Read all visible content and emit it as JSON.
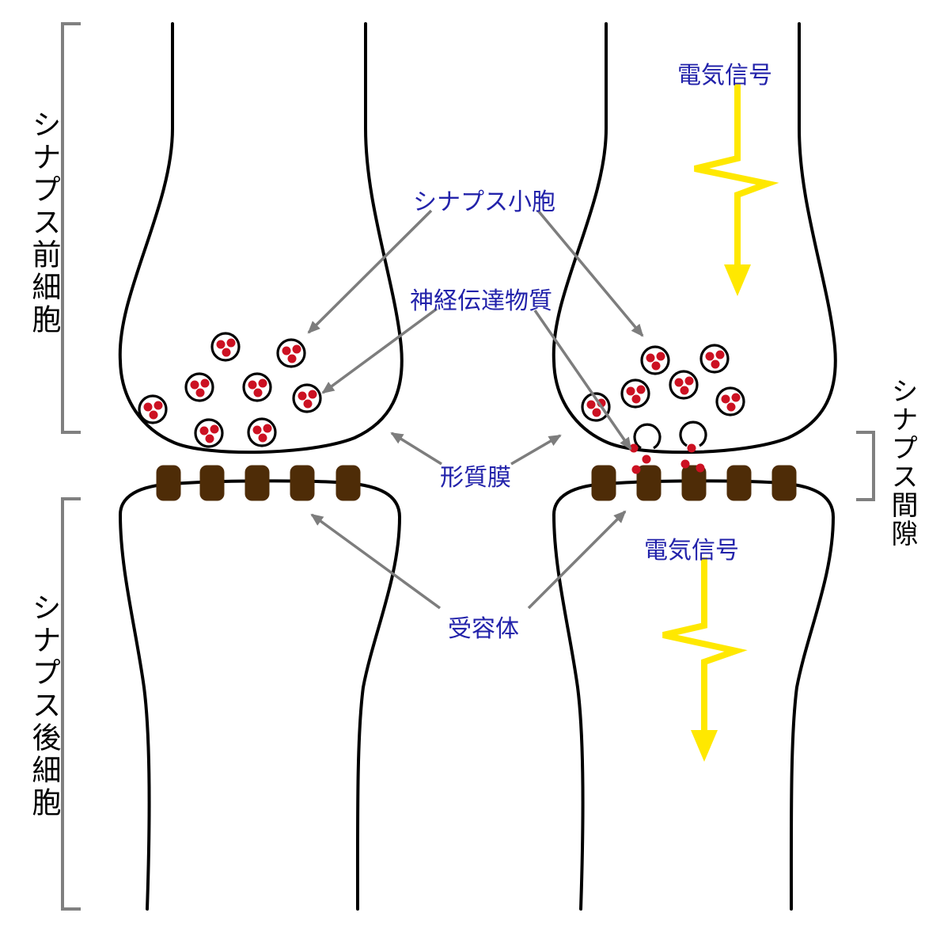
{
  "colors": {
    "background": "#ffffff",
    "outline": "#000000",
    "vesicle-red": "#cc1122",
    "receptor-brown": "#4e2c07",
    "signal-yellow": "#ffe800",
    "arrow-gray": "#7d7d7d",
    "bracket-gray": "#808080",
    "label-blue": "#2222aa",
    "label-black": "#000000"
  },
  "labels": {
    "presynaptic_cell": "シナプス前細胞",
    "postsynaptic_cell": "シナプス後細胞",
    "synaptic_cleft": "シナプス間隙",
    "synaptic_vesicle": "シナプス小胞",
    "neurotransmitter": "神経伝達物質",
    "plasma_membrane": "形質膜",
    "receptor": "受容体",
    "electrical_signal": "電気信号"
  }
}
